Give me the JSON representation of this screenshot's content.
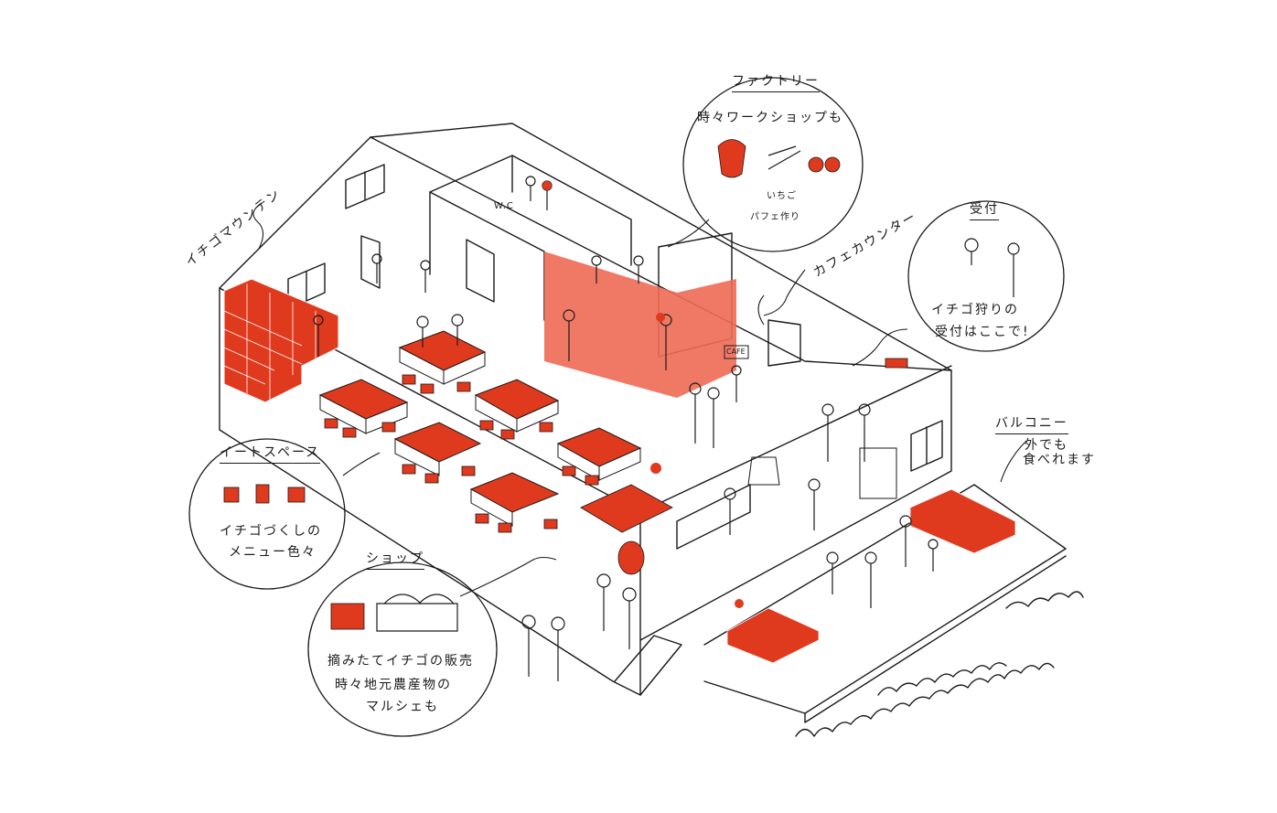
{
  "labels": {
    "mountain": "イチゴマウンテン",
    "factory_title": "ファクトリー",
    "factory_sub": "時々ワークショップも",
    "factory_item": "いちご",
    "factory_item2": "パフェ作り",
    "cafe_counter": "カフェカウンター",
    "reception_title": "受付",
    "reception_line1": "イチゴ狩りの",
    "reception_line2": "受付はここで!",
    "balcony_title": "バルコニー",
    "balcony_line1": "外でも",
    "balcony_line2": "食べれます",
    "eat_title": "イートスペース",
    "eat_line1": "イチゴづくしの",
    "eat_line2": "メニュー色々",
    "shop_title": "ショップ",
    "shop_line1": "摘みたてイチゴの販売",
    "shop_line2": "時々地元農産物の",
    "shop_line3": "マルシェも",
    "wc": "W.C",
    "cafe_sign": "CAFE"
  },
  "colors": {
    "accent": "#e03a1e",
    "accent_light": "#ee6a55",
    "ink": "#1a1a1a"
  }
}
